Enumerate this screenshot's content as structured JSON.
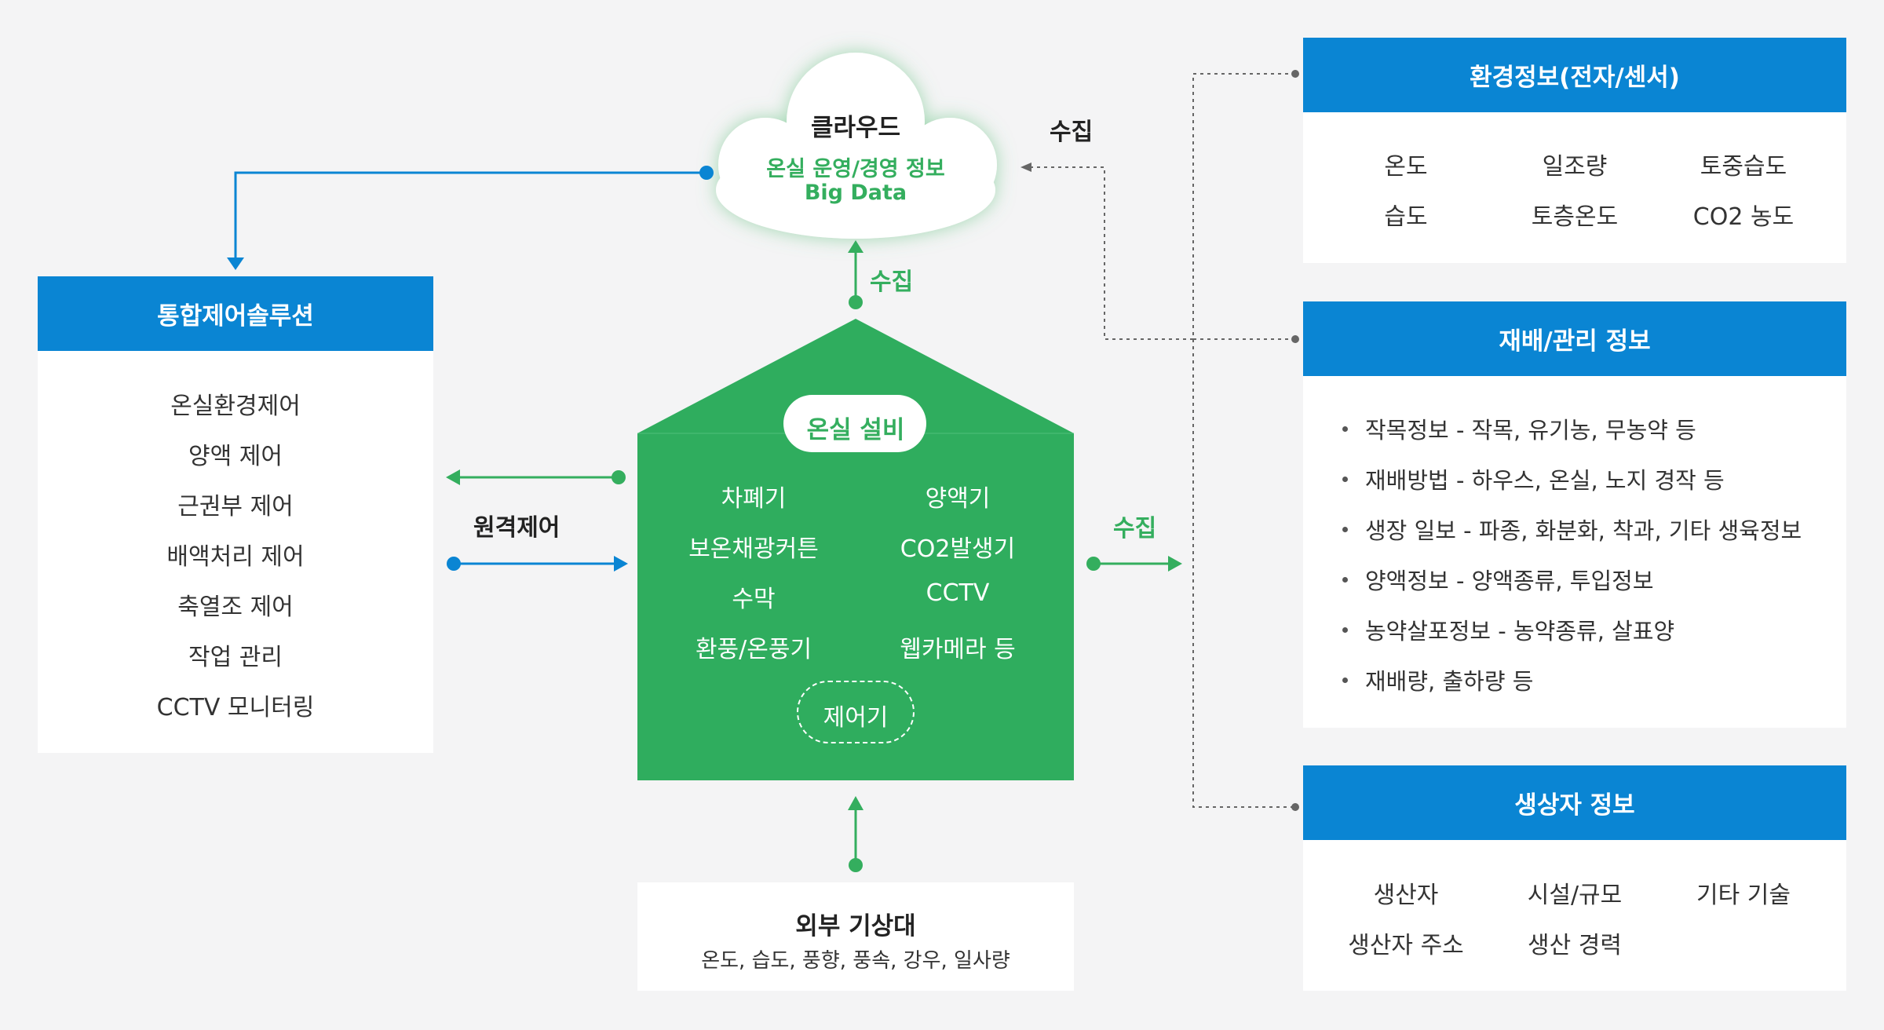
{
  "cloud": {
    "title": "클라우드",
    "line1": "온실 운영/경영 정보",
    "line2": "Big Data"
  },
  "collect_labels": {
    "top": "수집",
    "house_up": "수집",
    "right": "수집"
  },
  "remote_label": "원격제어",
  "integrated": {
    "title": "통합제어솔루션",
    "items": [
      "온실환경제어",
      "양액 제어",
      "근권부 제어",
      "배액처리 제어",
      "축열조 제어",
      "작업 관리",
      "CCTV 모니터링"
    ]
  },
  "house": {
    "title": "온실 설비",
    "left_items": [
      "차폐기",
      "보온채광커튼",
      "수막",
      "환풍/온풍기"
    ],
    "right_items": [
      "양액기",
      "CO2발생기",
      "CCTV",
      "웹카메라 등"
    ],
    "controller": "제어기"
  },
  "weather": {
    "title": "외부 기상대",
    "items": "온도, 습도, 풍향, 풍속, 강우, 일사량"
  },
  "env": {
    "title": "환경정보(전자/센서)",
    "items": [
      "온도",
      "일조량",
      "토중습도",
      "습도",
      "토층온도",
      "CO2 농도"
    ]
  },
  "cultivation": {
    "title": "재배/관리 정보",
    "items": [
      "작목정보 - 작목, 유기농, 무농약 등",
      "재배방법 - 하우스, 온실, 노지 경작 등",
      "생장 일보 - 파종, 화분화, 착과, 기타 생육정보",
      "양액정보 - 양액종류, 투입정보",
      "농약살포정보 - 농약종류, 살표양",
      "재배량, 출하량 등"
    ]
  },
  "producer": {
    "title": "생상자 정보",
    "items": [
      "생산자",
      "시설/규모",
      "기타 기술",
      "생산자 주소",
      "생산 경력"
    ]
  },
  "colors": {
    "blue": "#0a85d3",
    "green": "#34ae5e",
    "background": "#f4f4f5"
  }
}
